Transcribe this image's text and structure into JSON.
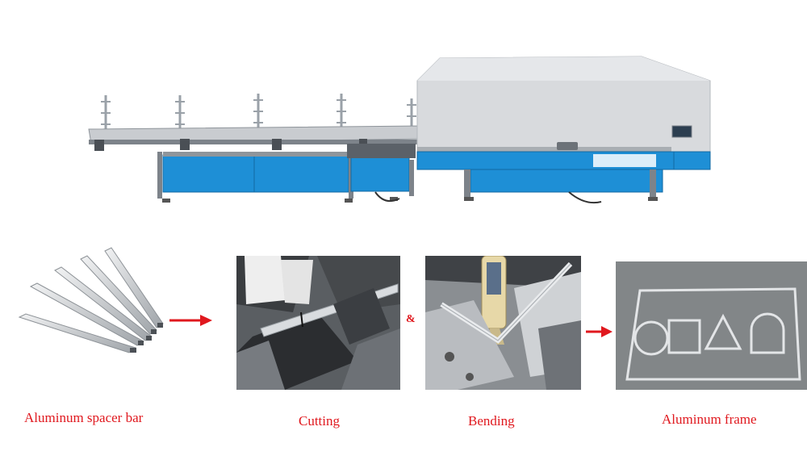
{
  "captions": {
    "spacer_bar": "Aluminum spacer bar",
    "cutting": "Cutting",
    "bending": "Bending",
    "frame": "Aluminum frame"
  },
  "connector_symbol": "&",
  "colors": {
    "machine_blue": "#1e8fd6",
    "machine_grey": "#d8dadd",
    "caption_red": "#e0181e"
  },
  "icons": {
    "process_arrow": "arrow-right-icon"
  }
}
